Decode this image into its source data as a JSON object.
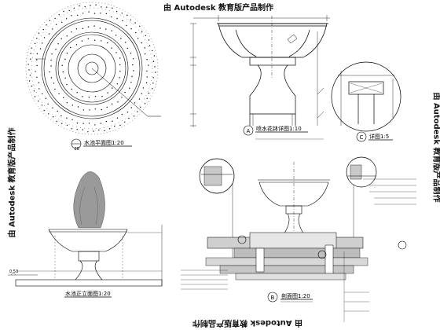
{
  "watermark": "由 Autodesk 教育版产品制作",
  "plan_view": {
    "title": "水池平面图1:20",
    "detail_index": "28"
  },
  "elevation_view": {
    "title": "水池正立面图1:20",
    "level_mark": "0.53"
  },
  "vase_detail": {
    "marker": "A",
    "title": "喷水花钵详图1:10"
  },
  "rim_detail": {
    "marker": "C",
    "title": "详图1:5"
  },
  "section_view": {
    "marker": "B",
    "title": "剖面图1:20"
  }
}
